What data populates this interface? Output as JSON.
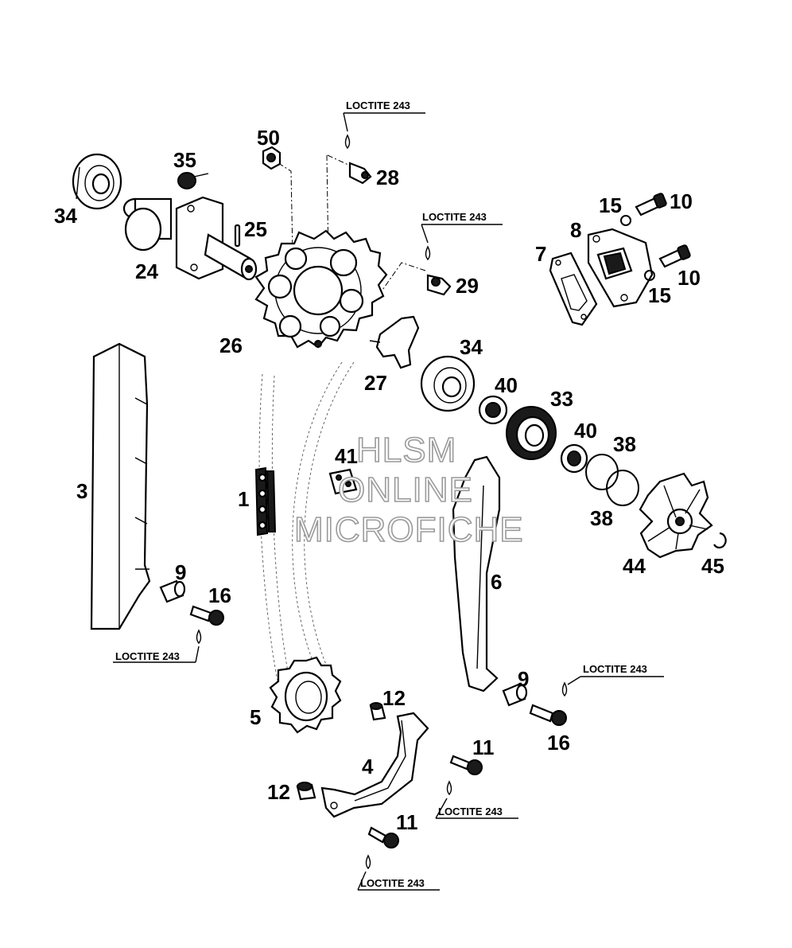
{
  "watermark": {
    "line1": "HLSM",
    "line2": "ONLINE",
    "line3": "MICROFICHE"
  },
  "callouts": {
    "c1": "1",
    "c3": "3",
    "c4": "4",
    "c5": "5",
    "c6": "6",
    "c7": "7",
    "c8": "8",
    "c9a": "9",
    "c9b": "9",
    "c10a": "10",
    "c10b": "10",
    "c11a": "11",
    "c11b": "11",
    "c12a": "12",
    "c12b": "12",
    "c15a": "15",
    "c15b": "15",
    "c16a": "16",
    "c16b": "16",
    "c24": "24",
    "c25": "25",
    "c26": "26",
    "c27": "27",
    "c28": "28",
    "c29": "29",
    "c33": "33",
    "c34a": "34",
    "c34b": "34",
    "c35": "35",
    "c38a": "38",
    "c38b": "38",
    "c40a": "40",
    "c40b": "40",
    "c41": "41",
    "c44": "44",
    "c45": "45",
    "c50": "50"
  },
  "notes": {
    "loctite_28": "LOCTITE 243",
    "loctite_29": "LOCTITE 243",
    "loctite_16_left": "LOCTITE 243",
    "loctite_16_right": "LOCTITE 243",
    "loctite_11_right": "LOCTITE 243",
    "loctite_11_bottom": "LOCTITE 243"
  }
}
